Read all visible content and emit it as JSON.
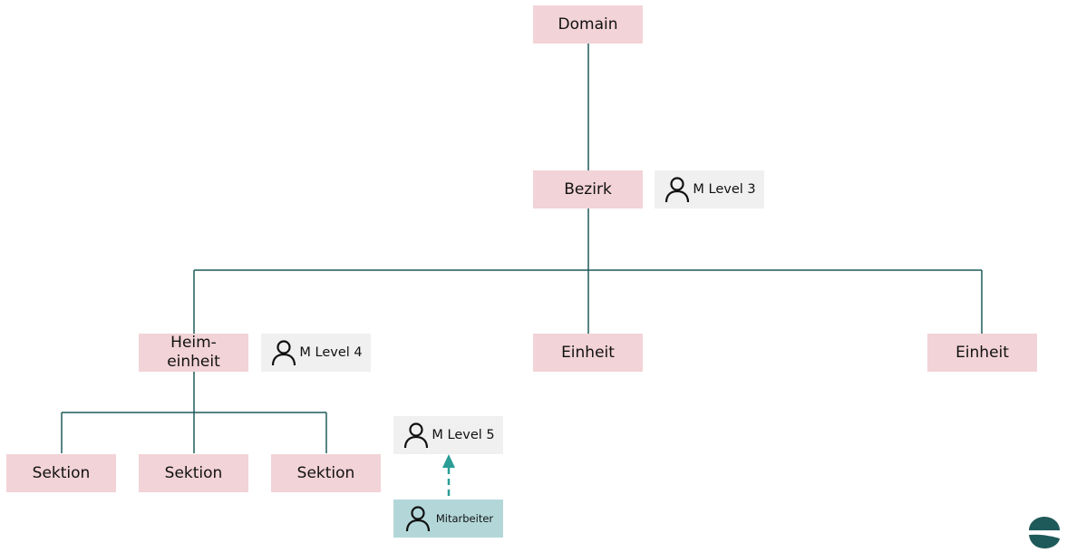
{
  "nodes": {
    "domain": "Domain",
    "bezirk": "Bezirk",
    "heimeinheit": "Heim-\neinheit",
    "einheit_mid": "Einheit",
    "einheit_right": "Einheit",
    "sektion_1": "Sektion",
    "sektion_2": "Sektion",
    "sektion_3": "Sektion"
  },
  "badges": {
    "level3": "M Level 3",
    "level4": "M Level 4",
    "level5": "M Level 5",
    "employee": "Mitarbeiter"
  },
  "colors": {
    "node_fill": "#f2d3d7",
    "badge_fill": "#f0f0f0",
    "employee_fill": "#b3d7d9",
    "connector": "#1f5a5a",
    "dashed_arrow": "#2a9d96",
    "logo": "#1f5a5a"
  },
  "icons": {
    "person": "person-icon",
    "logo": "brand-logo-icon"
  }
}
